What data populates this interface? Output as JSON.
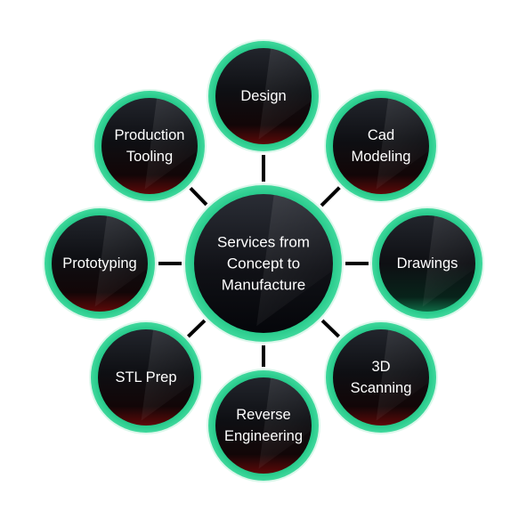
{
  "diagram": {
    "center": {
      "lines": [
        "Services from",
        "Concept to",
        "Manufacture"
      ]
    },
    "nodes": [
      {
        "id": "design",
        "lines": [
          "Design"
        ]
      },
      {
        "id": "cad-modeling",
        "lines": [
          "Cad",
          "Modeling"
        ]
      },
      {
        "id": "drawings",
        "lines": [
          "Drawings"
        ]
      },
      {
        "id": "3d-scanning",
        "lines": [
          "3D",
          "Scanning"
        ]
      },
      {
        "id": "reverse-engineering",
        "lines": [
          "Reverse",
          "Engineering"
        ]
      },
      {
        "id": "stl-prep",
        "lines": [
          "STL Prep"
        ]
      },
      {
        "id": "prototyping",
        "lines": [
          "Prototyping"
        ]
      },
      {
        "id": "production-tooling",
        "lines": [
          "Production",
          "Tooling"
        ]
      }
    ],
    "colors": {
      "ring": "#1fc98a",
      "ring_light": "#7be0b2",
      "body_dark": "#0b0c10",
      "body_mid": "#1d2027",
      "glow_red": "#6e0a0a",
      "glow_green": "#0c5a3c",
      "text": "#ffffff",
      "connector": "#000000"
    }
  }
}
